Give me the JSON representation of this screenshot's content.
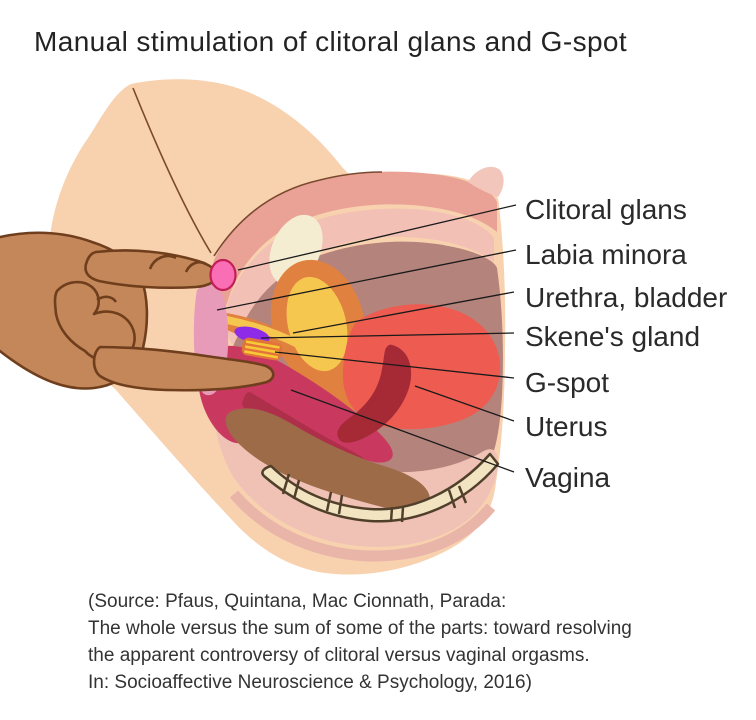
{
  "title": "Manual stimulation of clitoral glans and G-spot",
  "diagram": {
    "labels": [
      {
        "text": "Clitoral glans"
      },
      {
        "text": "Labia minora"
      },
      {
        "text": "Urethra, bladder"
      },
      {
        "text": "Skene's gland"
      },
      {
        "text": "G-spot"
      },
      {
        "text": "Uterus"
      },
      {
        "text": "Vagina"
      }
    ]
  },
  "citation": {
    "line1": "(Source: Pfaus, Quintana, Mac Cionnath, Parada:",
    "line2": "The whole versus the sum of some of the parts: toward resolving",
    "line3": "the apparent controversy of clitoral versus vaginal orgasms.",
    "line4": "In: Socioaffective Neuroscience & Psychology, 2016)"
  },
  "colors": {
    "background": "#FFFFFF",
    "text": "#2A2A2A",
    "body_skin": "#F8D1AF",
    "hand_skin": "#C4875A",
    "hand_outline": "#6F3E1C",
    "salmon_band": "#E9A295",
    "light_pink_band": "#F3C0B5",
    "mauve_tissue": "#B4837B",
    "lower_pink": "#EFC2B5",
    "pubic_bone_cream": "#F5EDD2",
    "orange_bladder_wall": "#E0813F",
    "yellow_bladder": "#F6C74F",
    "purple_skenes_gland": "#8E2BE9",
    "gspot_stripe_yellow": "#F8C935",
    "crimson_vagina": "#C9395F",
    "vagina_lumen_dark": "#AE2F4A",
    "red_uterus": "#EE5B51",
    "uterine_cavity_dark": "#A52A36",
    "rectum_brown": "#9E6B49",
    "coccyx_cream": "#F2E4C1",
    "coccyx_outline": "#50402B",
    "glans_pink": "#FA6EB5",
    "glans_outline": "#C21F56",
    "leader_line": "#1A1A1A"
  }
}
